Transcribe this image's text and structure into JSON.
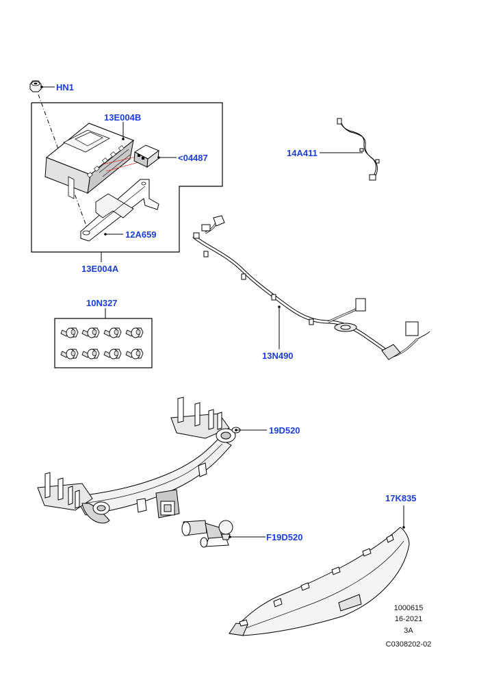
{
  "colors": {
    "callout_text": "#1a3fd8",
    "line": "#000000",
    "part_fill": "#f2f2f2",
    "part_shade": "#c9c9c9",
    "background": "#ffffff"
  },
  "callouts": {
    "hn1": "HN1",
    "c13e004b": "13E004B",
    "c04487": "<04487",
    "c12a659": "12A659",
    "c13e004a": "13E004A",
    "c14a411": "14A411",
    "c10n327": "10N327",
    "c13n490": "13N490",
    "c19d520": "19D520",
    "cf19d520": "F19D520",
    "c17k835": "17K835"
  },
  "stamp": {
    "line1": "1000615",
    "line2": "16-2021",
    "line3": "3A",
    "line4": "C0308202-02"
  },
  "icons": [
    "nut-icon",
    "control-module-icon",
    "connector-icon",
    "bracket-icon",
    "wiring-harness-icon",
    "bolt-icon",
    "tow-bar-icon",
    "tow-ball-icon",
    "bumper-cover-icon"
  ]
}
